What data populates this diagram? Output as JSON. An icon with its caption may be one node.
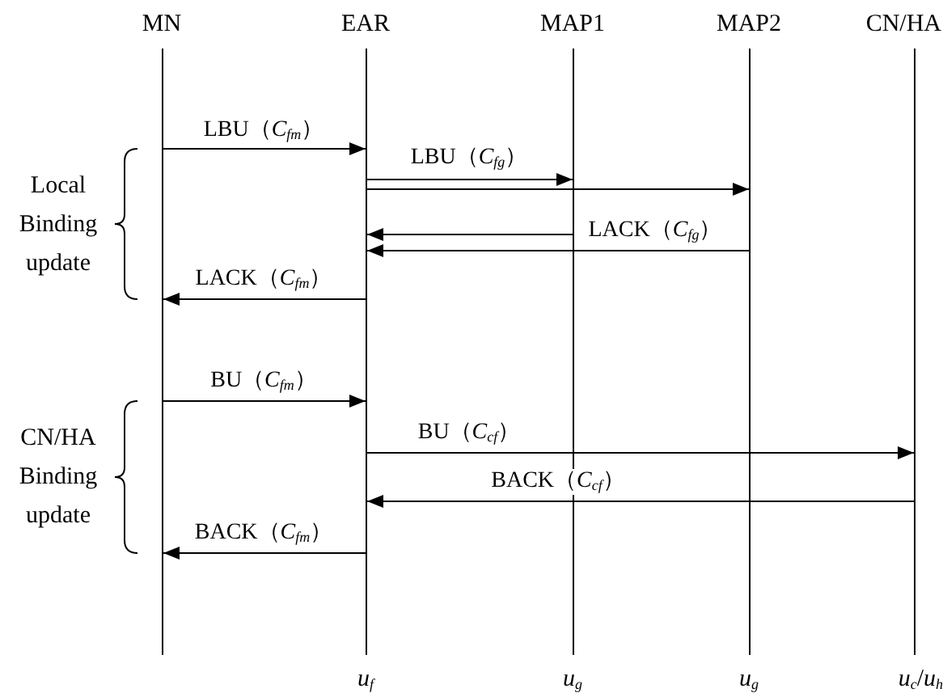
{
  "diagram": {
    "nodes": [
      {
        "text": [
          "MN"
        ]
      },
      {
        "text": [
          "EAR"
        ],
        "beside": [
          "*u*$_{f}$"
        ]
      },
      {
        "text": [
          "MAP1"
        ],
        "beside": [
          "*u*$_{g}$"
        ]
      },
      {
        "text": [
          "MAP2"
        ],
        "beside": [
          "*u*$_{g}$"
        ]
      },
      {
        "text": [
          "CN/HA"
        ],
        "beside": [
          "*u*$_{c}$/*u*$_{h}$"
        ]
      }
    ],
    "edges": [
      {
        "from": 0,
        "to": 1,
        "arrow": "to",
        "label": "LBU（*C*$_{fm}$）"
      },
      {
        "from": 1,
        "to": 2,
        "arrow": "to",
        "label": "LBU（*C*$_{fg}$）"
      },
      {
        "from": 1,
        "to": 3,
        "arrow": "to"
      },
      {
        "from": 2,
        "to": 1,
        "arrow": "to"
      },
      {
        "from": 3,
        "to": 1,
        "arrow": "to",
        "label": "LACK（*C*$_{fg}$）"
      },
      {
        "from": 1,
        "to": 0,
        "arrow": "to",
        "label": "LACK（*C*$_{fm}$）"
      },
      {
        "from": 0,
        "to": 1,
        "arrow": "to",
        "label": "BU（*C*$_{fm}$）"
      },
      {
        "from": 1,
        "to": 4,
        "arrow": "to",
        "label": "BU（*C*$_{cf}$）"
      },
      {
        "from": 4,
        "to": 1,
        "arrow": "to",
        "label": "BACK（*C*$_{cf}$）"
      },
      {
        "from": 1,
        "to": 0,
        "arrow": "to",
        "label": "BACK（*C*$_{fm}$）"
      }
    ],
    "labels": [
      "Local Binding update",
      "CN/HA Binding update"
    ]
  }
}
